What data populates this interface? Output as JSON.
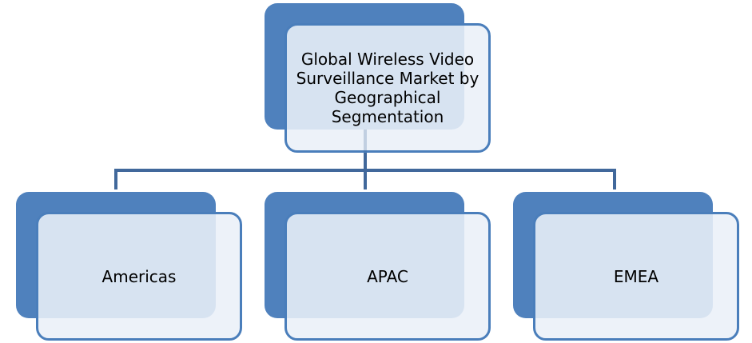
{
  "diagram": {
    "root": {
      "label": "Global Wireless Video Surveillance Market by Geographical Segmentation"
    },
    "children": [
      {
        "label": "Americas"
      },
      {
        "label": "APAC"
      },
      {
        "label": "EMEA"
      }
    ],
    "colors": {
      "back_fill": "#4f81bd",
      "front_border": "#4a7ebb",
      "front_fill": "#eaf0f8",
      "connector": "#41689b"
    }
  }
}
